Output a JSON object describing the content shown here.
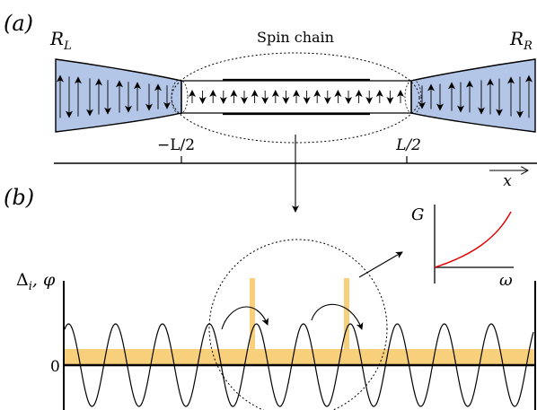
{
  "panel_a": {
    "label": "(a)",
    "reservoir_left": {
      "symbol": "R",
      "subscript": "L"
    },
    "reservoir_right": {
      "symbol": "R",
      "subscript": "R"
    },
    "center_title": "Spin chain",
    "axis": {
      "left_tick": "−L/2",
      "right_tick": "L/2",
      "var": "x"
    },
    "colors": {
      "reservoir_fill": "#b3c6e7"
    }
  },
  "panel_b": {
    "label": "(b)",
    "y_label": "Δ",
    "y_label_sub": "i",
    "y_label_rest": ", φ",
    "zero_label": "0",
    "inset": {
      "y_label": "G",
      "x_label": "ω",
      "curve_color": "#e00000"
    },
    "colors": {
      "band_fill": "#f8cf7a",
      "spike_fill": "#f8cf7a"
    }
  }
}
